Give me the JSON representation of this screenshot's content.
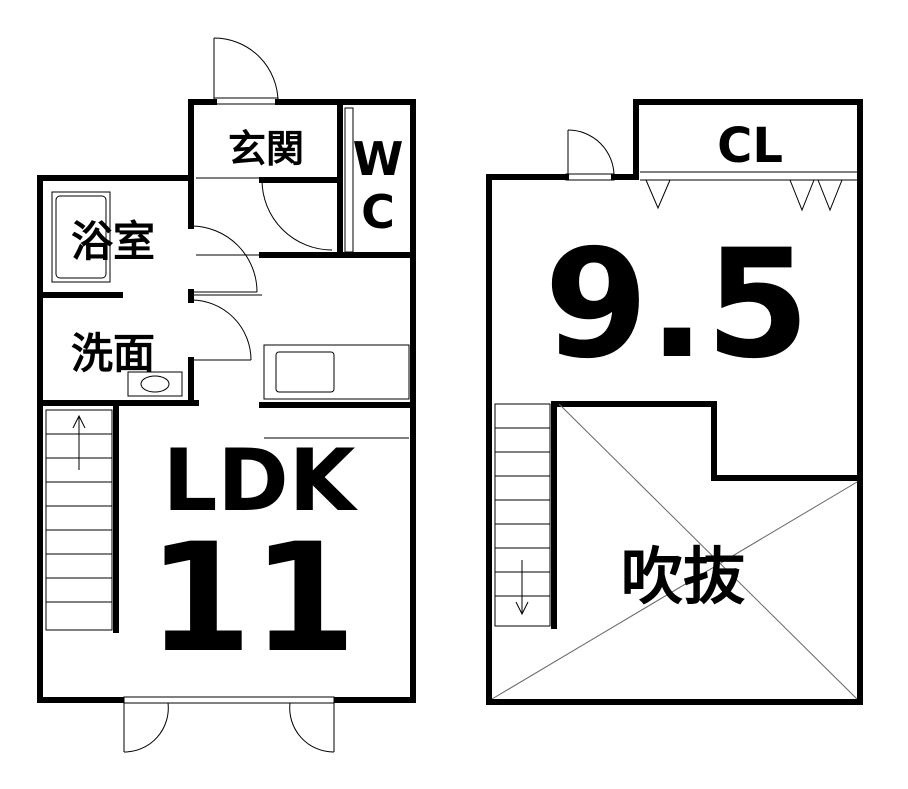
{
  "floor1": {
    "rooms": {
      "entrance": "玄関",
      "wc_line1": "W",
      "wc_line2": "C",
      "bath": "浴室",
      "washroom": "洗面",
      "ldk_name": "LDK",
      "ldk_size": "11"
    }
  },
  "floor2": {
    "rooms": {
      "closet": "CL",
      "main_size": "9.5",
      "void": "吹抜"
    }
  }
}
